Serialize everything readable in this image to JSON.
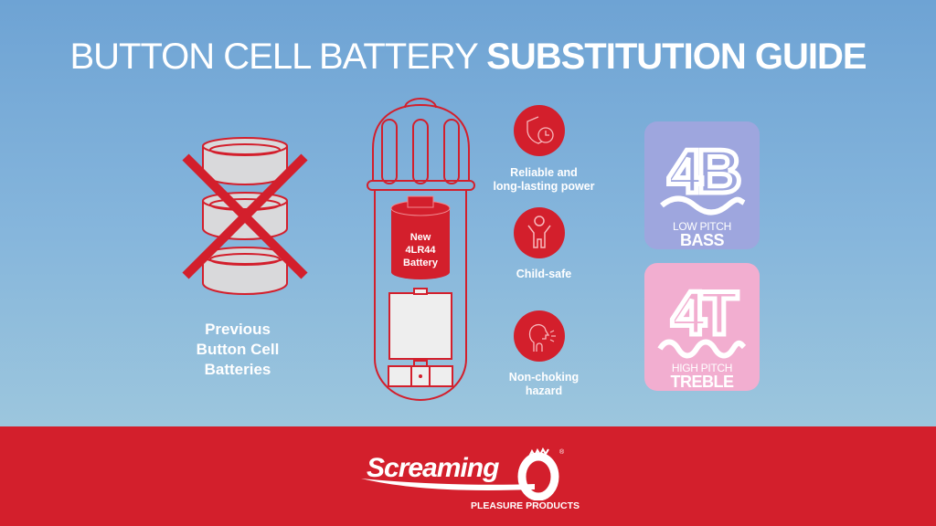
{
  "title": {
    "light": "BUTTON CELL BATTERY",
    "bold": "SUBSTITUTION GUIDE"
  },
  "old_batteries": {
    "label_lines": [
      "Previous",
      "Button Cell",
      "Batteries"
    ],
    "icon": "crossed-out-button-cells-icon"
  },
  "new_battery": {
    "label_lines": [
      "New",
      "4LR44",
      "Battery"
    ],
    "icon": "toy-with-battery-icon"
  },
  "features": [
    {
      "icon": "shield-clock-icon",
      "label_lines": [
        "Reliable and",
        "long-lasting power"
      ]
    },
    {
      "icon": "child-icon",
      "label_lines": [
        "Child-safe"
      ]
    },
    {
      "icon": "choking-person-icon",
      "label_lines": [
        "Non-choking",
        "hazard"
      ]
    }
  ],
  "badges": [
    {
      "code": "4B",
      "sub": "LOW PITCH",
      "main": "BASS",
      "color": "#9ea6de"
    },
    {
      "code": "4T",
      "sub": "HIGH PITCH",
      "main": "TREBLE",
      "color": "#f2aed0"
    }
  ],
  "brand": {
    "name": "Screaming",
    "o": "O",
    "tagline": "PLEASURE PRODUCTS",
    "reg": "®"
  },
  "colors": {
    "red": "#d31f2c",
    "sky_top": "#6ea3d4",
    "sky_bottom": "#9cc6dd",
    "cell_fill": "#d9d9db"
  }
}
